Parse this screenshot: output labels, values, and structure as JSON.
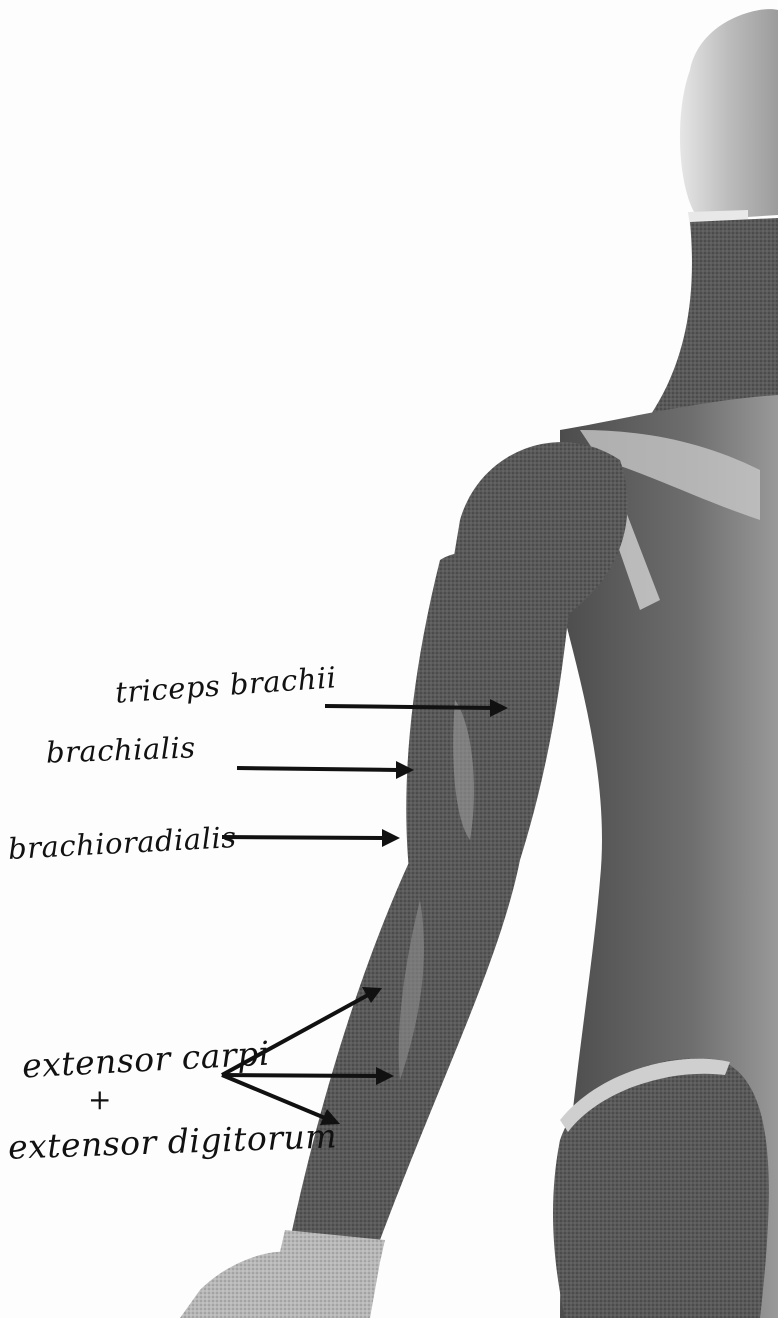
{
  "labels": {
    "triceps": "triceps brachii",
    "brachialis": "brachialis",
    "brachioradialis": "brachioradialis",
    "extensor_carpi": "extensor carpi",
    "plus": "+",
    "extensor_digitorum": "extensor digitorum"
  },
  "colors": {
    "background": "#fdfdfd",
    "muscle_dark": "#4a4a4a",
    "muscle_mid": "#6a6a6a",
    "skin_light": "#cfcfcf",
    "ink": "#111111"
  }
}
